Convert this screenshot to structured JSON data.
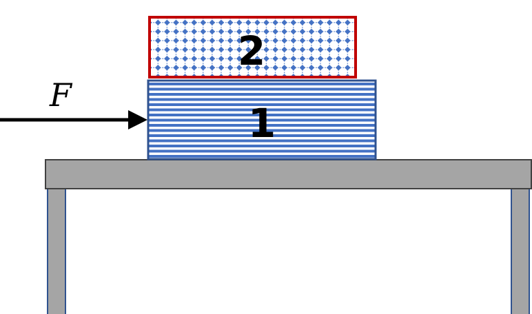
{
  "blocks": [
    {
      "label": "1",
      "pattern": "horizontal-stripes",
      "fill_color": "#4472c4",
      "border_color": "#2f528f"
    },
    {
      "label": "2",
      "pattern": "dotted-grid",
      "fill_color": "#4472c4",
      "border_color": "#c00000"
    }
  ],
  "force": {
    "label": "F",
    "direction": "right",
    "color": "#000000"
  },
  "table": {
    "top_color": "#a5a5a5",
    "border_color": "#404040",
    "leg_border_color": "#2f528f"
  }
}
